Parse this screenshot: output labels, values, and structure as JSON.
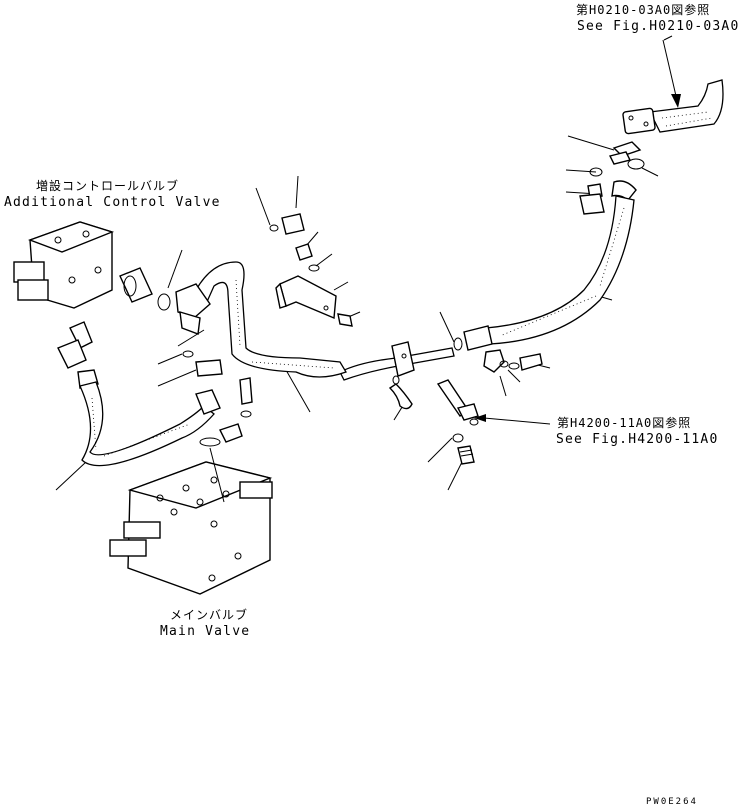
{
  "labels": {
    "ref_top_jp": "第H0210-03A0図参照",
    "ref_top_en": "See Fig.H0210-03A0",
    "acv_jp": "増設コントロールバルブ",
    "acv_en": "Additional Control Valve",
    "ref_mid_jp": "第H4200-11A0図参照",
    "ref_mid_en": "See Fig.H4200-11A0",
    "main_jp": "メインバルブ",
    "main_en": "Main Valve",
    "drawing_code": "PW0E264"
  },
  "colors": {
    "ink": "#000000",
    "paper": "#ffffff"
  }
}
